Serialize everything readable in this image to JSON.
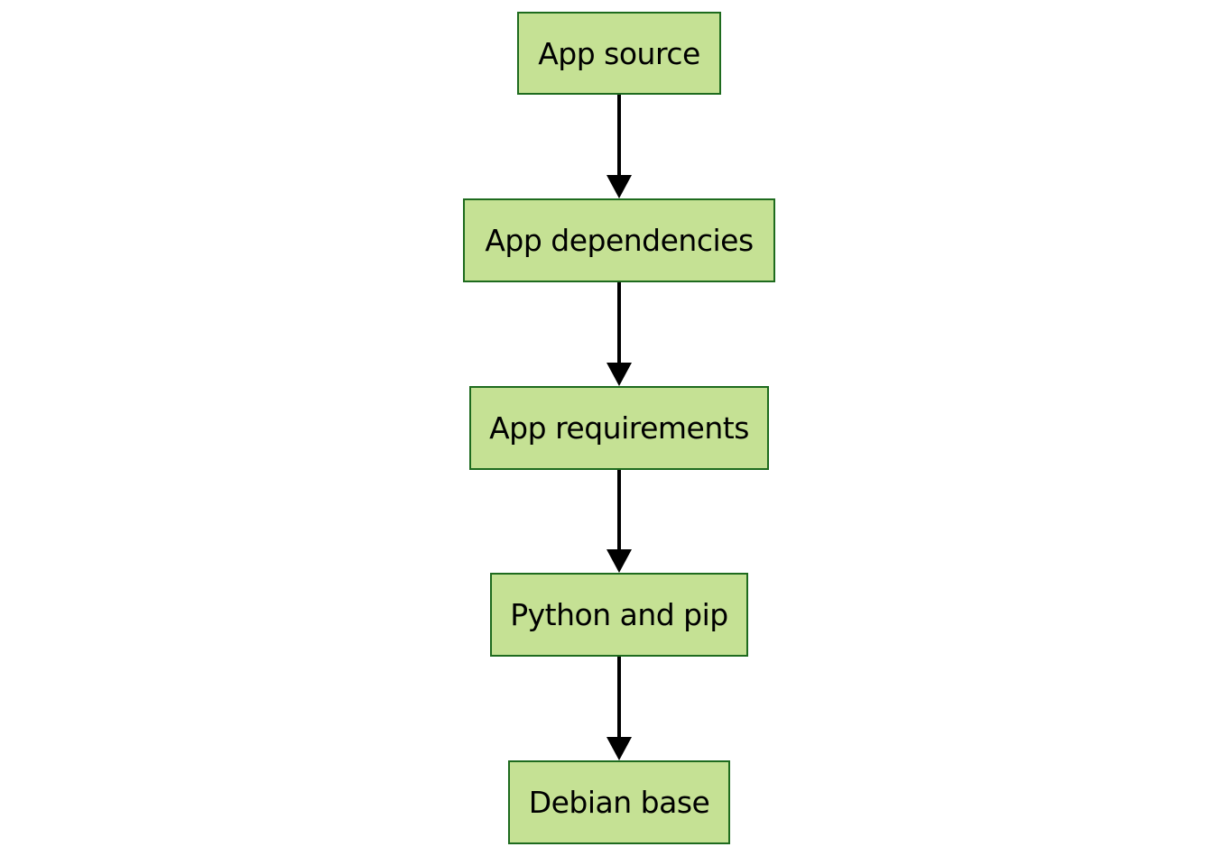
{
  "diagram": {
    "type": "flowchart",
    "direction": "top-to-bottom",
    "colors": {
      "node_fill": "#c5e194",
      "node_border": "#1e6b1e",
      "arrow": "#000000",
      "text": "#000000"
    },
    "nodes": [
      {
        "id": "app-source",
        "label": "App source"
      },
      {
        "id": "app-dependencies",
        "label": "App dependencies"
      },
      {
        "id": "app-requirements",
        "label": "App requirements"
      },
      {
        "id": "python-and-pip",
        "label": "Python and pip"
      },
      {
        "id": "debian-base",
        "label": "Debian base"
      }
    ],
    "edges": [
      {
        "from": "app-source",
        "to": "app-dependencies"
      },
      {
        "from": "app-dependencies",
        "to": "app-requirements"
      },
      {
        "from": "app-requirements",
        "to": "python-and-pip"
      },
      {
        "from": "python-and-pip",
        "to": "debian-base"
      }
    ]
  }
}
